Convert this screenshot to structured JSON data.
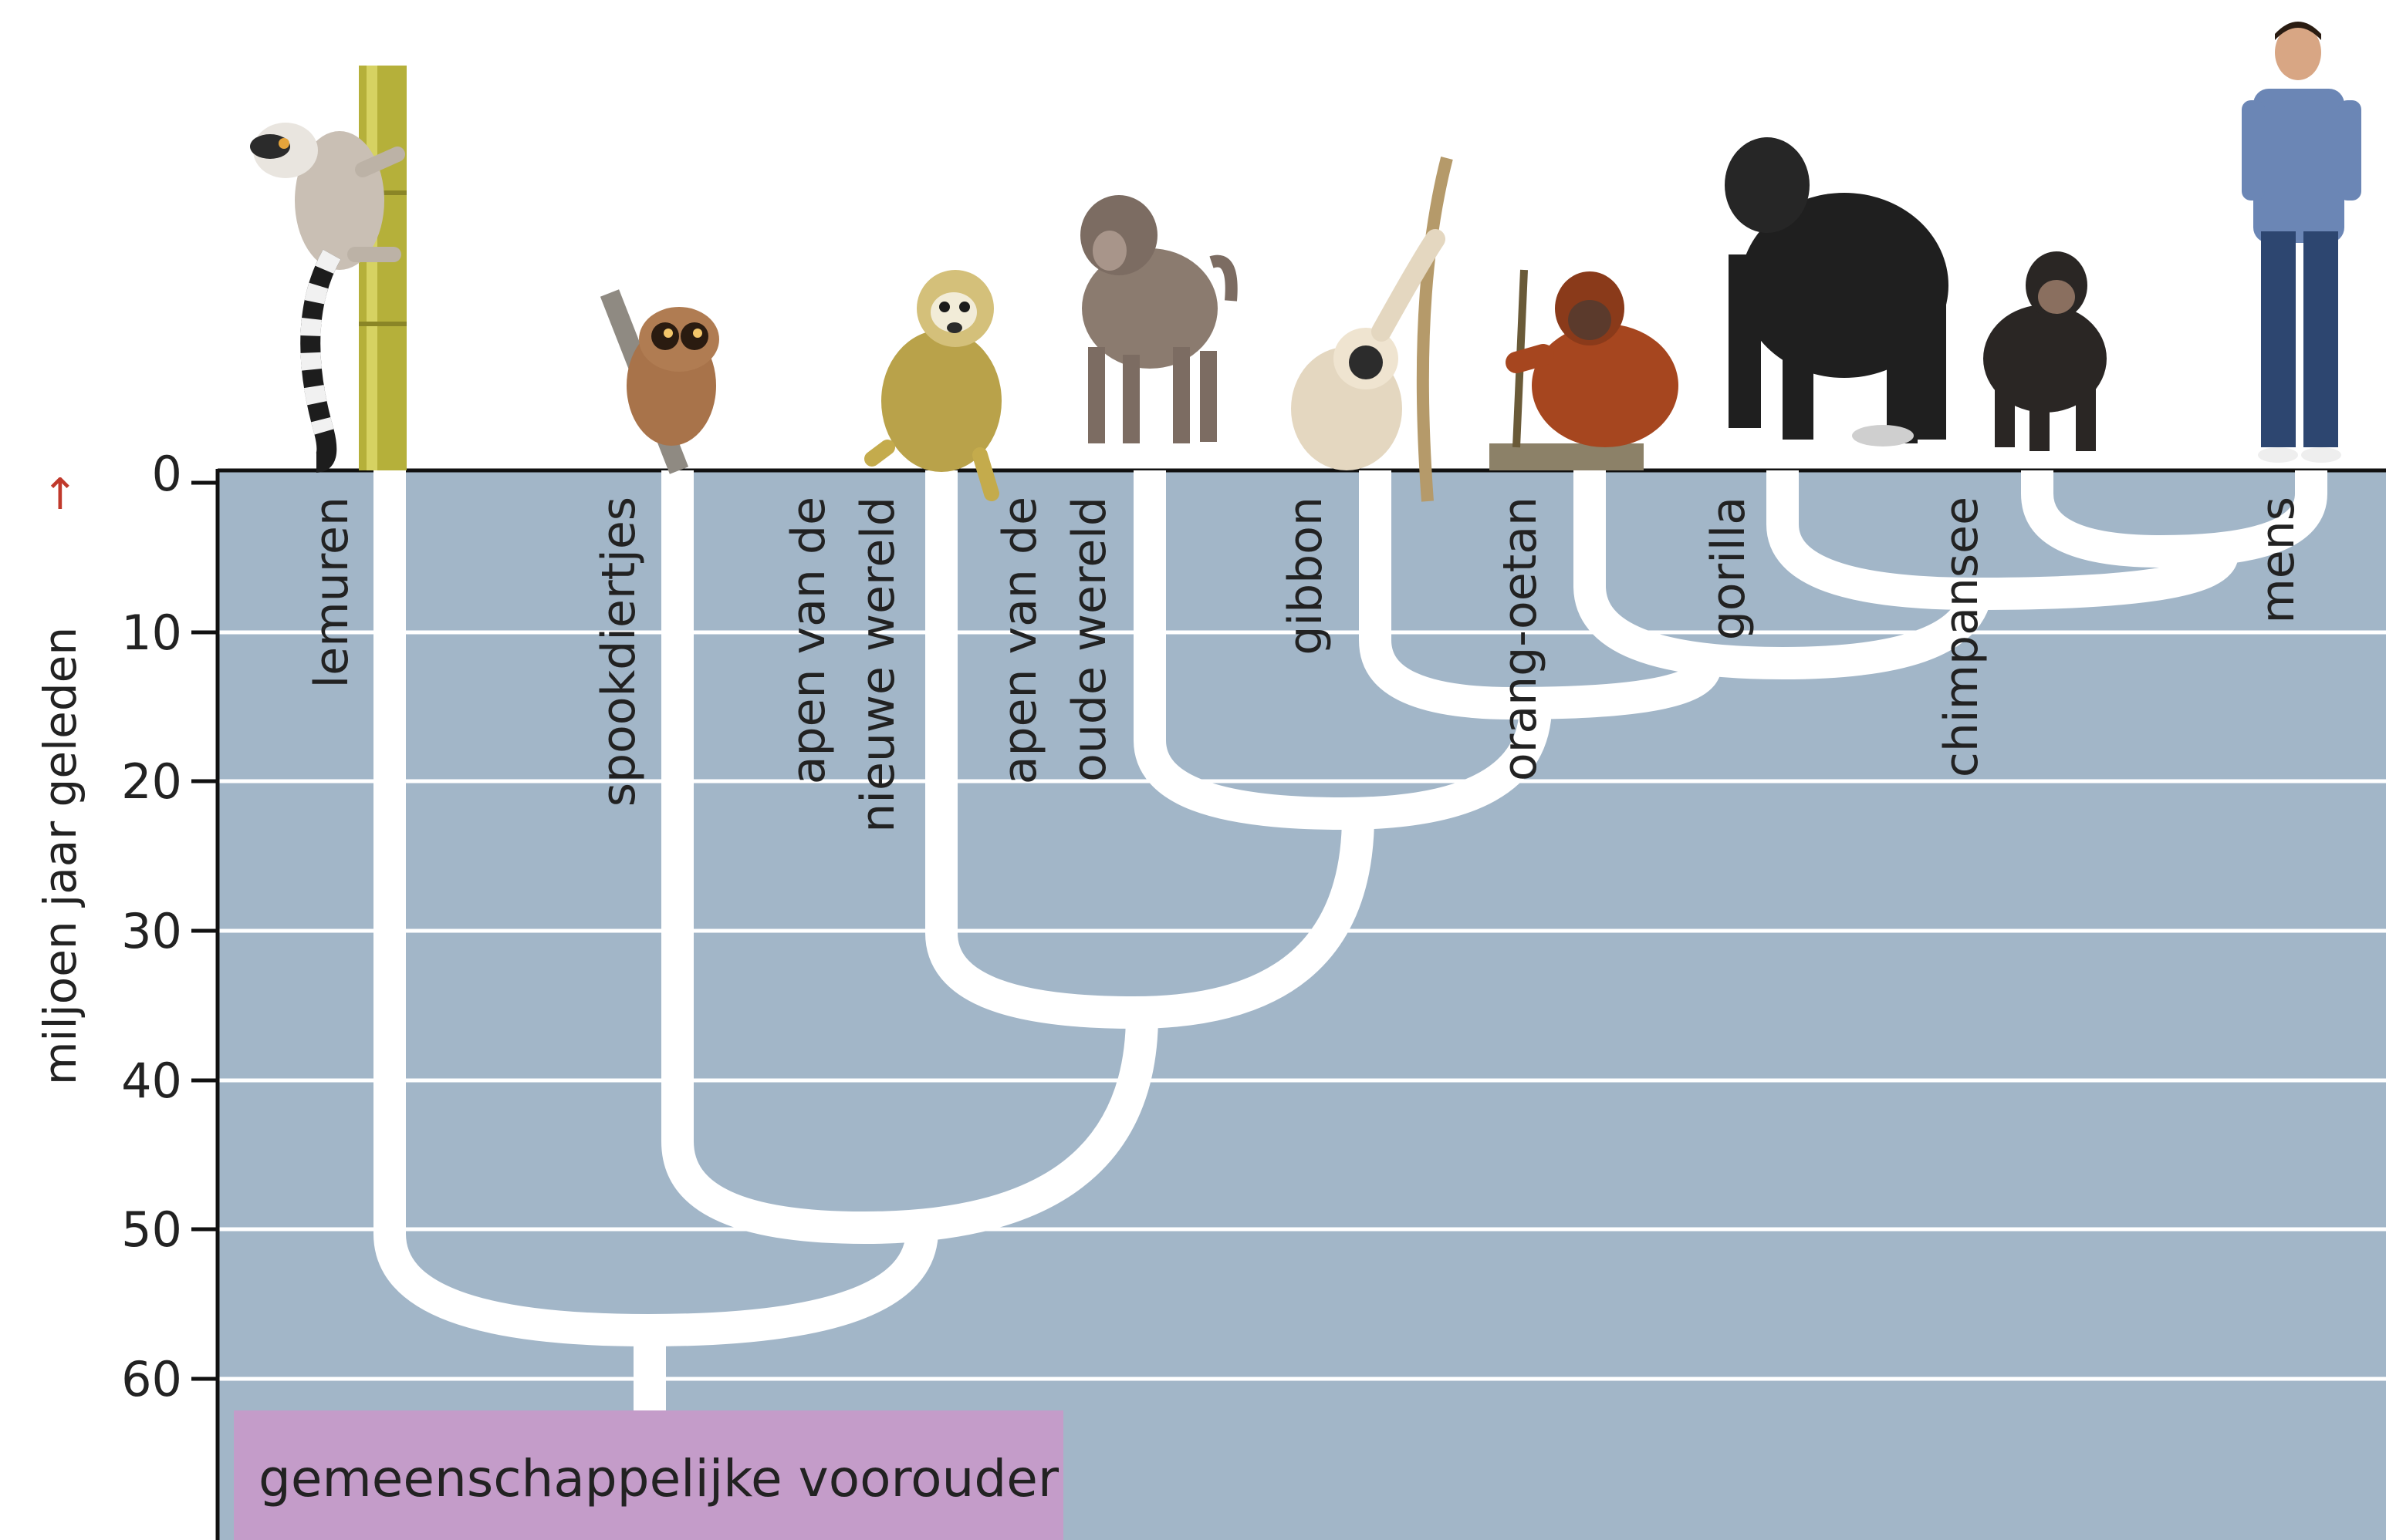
{
  "axis": {
    "title": "miljoen jaar geleden",
    "arrow": "↑",
    "ticks": [
      "0",
      "10",
      "20",
      "30",
      "40",
      "50",
      "60"
    ]
  },
  "taxa": {
    "lemuren": "lemuren",
    "spookdiertjes": "spookdiertjes",
    "nieuwe_wereld_line1": "apen van de",
    "nieuwe_wereld_line2": "nieuwe wereld",
    "oude_wereld_line1": "apen van de",
    "oude_wereld_line2": "oude wereld",
    "gibbon": "gibbon",
    "orang_oetan": "orang-oetan",
    "gorilla": "gorilla",
    "chimpansee": "chimpansee",
    "mens": "mens"
  },
  "ancestor_label": "gemeenschappelijke voorouder",
  "colors": {
    "panel": "#a2b6c8",
    "branch": "#ffffff",
    "ancestor_box": "#c49cc9",
    "arrow": "#c0392b"
  },
  "icons": [
    "lemur-icon",
    "tarsier-icon",
    "squirrel-monkey-icon",
    "baboon-icon",
    "gibbon-icon",
    "orangutan-icon",
    "gorilla-icon",
    "chimpanzee-icon",
    "human-icon"
  ]
}
